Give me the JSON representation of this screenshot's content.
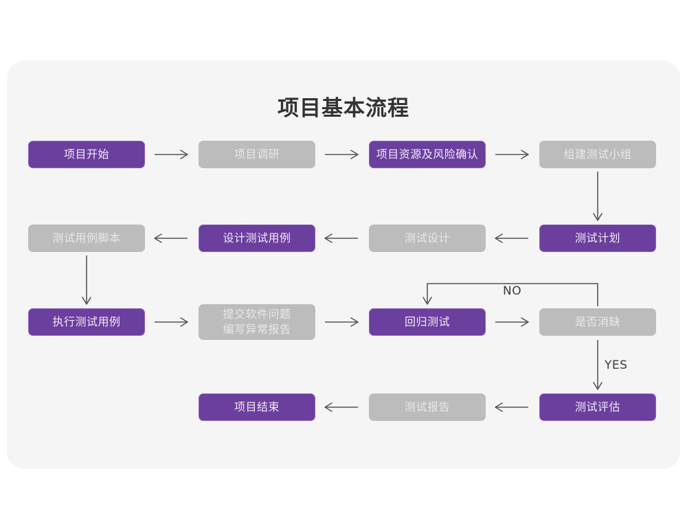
{
  "title": "项目基本流程",
  "palette": {
    "purple": "#6b3f9e",
    "purple_border": "#8e62bd",
    "gray": "#bcbcbc",
    "card_bg": "#f5f5f5",
    "page_bg": "#ffffff",
    "arrow": "#555555",
    "title_color": "#333333"
  },
  "nodes": [
    {
      "id": "n1",
      "label": "项目开始",
      "style": "purple",
      "row": 1,
      "col": 1
    },
    {
      "id": "n2",
      "label": "项目调研",
      "style": "gray",
      "row": 1,
      "col": 2
    },
    {
      "id": "n3",
      "label": "项目资源及风险确认",
      "style": "purple",
      "row": 1,
      "col": 3
    },
    {
      "id": "n4",
      "label": "组建测试小组",
      "style": "gray",
      "row": 1,
      "col": 4
    },
    {
      "id": "n5",
      "label": "测试用例脚本",
      "style": "gray",
      "row": 2,
      "col": 1
    },
    {
      "id": "n6",
      "label": "设计测试用例",
      "style": "purple",
      "row": 2,
      "col": 2
    },
    {
      "id": "n7",
      "label": "测试设计",
      "style": "gray",
      "row": 2,
      "col": 3
    },
    {
      "id": "n8",
      "label": "测试计划",
      "style": "purple",
      "row": 2,
      "col": 4
    },
    {
      "id": "n9",
      "label": "执行测试用例",
      "style": "purple",
      "row": 3,
      "col": 1
    },
    {
      "id": "n10",
      "label": "提交软件问题\n编写异常报告",
      "style": "gray",
      "row": 3,
      "col": 2
    },
    {
      "id": "n11",
      "label": "回归测试",
      "style": "purple",
      "row": 3,
      "col": 3
    },
    {
      "id": "n12",
      "label": "是否消缺",
      "style": "gray",
      "row": 3,
      "col": 4
    },
    {
      "id": "n13",
      "label": "项目结束",
      "style": "purple",
      "row": 4,
      "col": 2
    },
    {
      "id": "n14",
      "label": "测试报告",
      "style": "gray",
      "row": 4,
      "col": 3
    },
    {
      "id": "n15",
      "label": "测试评估",
      "style": "purple",
      "row": 4,
      "col": 4
    }
  ],
  "edge_labels": {
    "no": "NO",
    "yes": "YES"
  },
  "edges": [
    {
      "from": "n1",
      "to": "n2",
      "dir": "right"
    },
    {
      "from": "n2",
      "to": "n3",
      "dir": "right"
    },
    {
      "from": "n3",
      "to": "n4",
      "dir": "right"
    },
    {
      "from": "n4",
      "to": "n8",
      "dir": "down"
    },
    {
      "from": "n8",
      "to": "n7",
      "dir": "left"
    },
    {
      "from": "n7",
      "to": "n6",
      "dir": "left"
    },
    {
      "from": "n6",
      "to": "n5",
      "dir": "left"
    },
    {
      "from": "n5",
      "to": "n9",
      "dir": "down"
    },
    {
      "from": "n9",
      "to": "n10",
      "dir": "right"
    },
    {
      "from": "n10",
      "to": "n11",
      "dir": "right"
    },
    {
      "from": "n11",
      "to": "n12",
      "dir": "right"
    },
    {
      "from": "n12",
      "to": "n11",
      "dir": "loop-up-left",
      "label": "NO"
    },
    {
      "from": "n12",
      "to": "n15",
      "dir": "down",
      "label": "YES"
    },
    {
      "from": "n15",
      "to": "n14",
      "dir": "left"
    },
    {
      "from": "n14",
      "to": "n13",
      "dir": "left"
    }
  ]
}
